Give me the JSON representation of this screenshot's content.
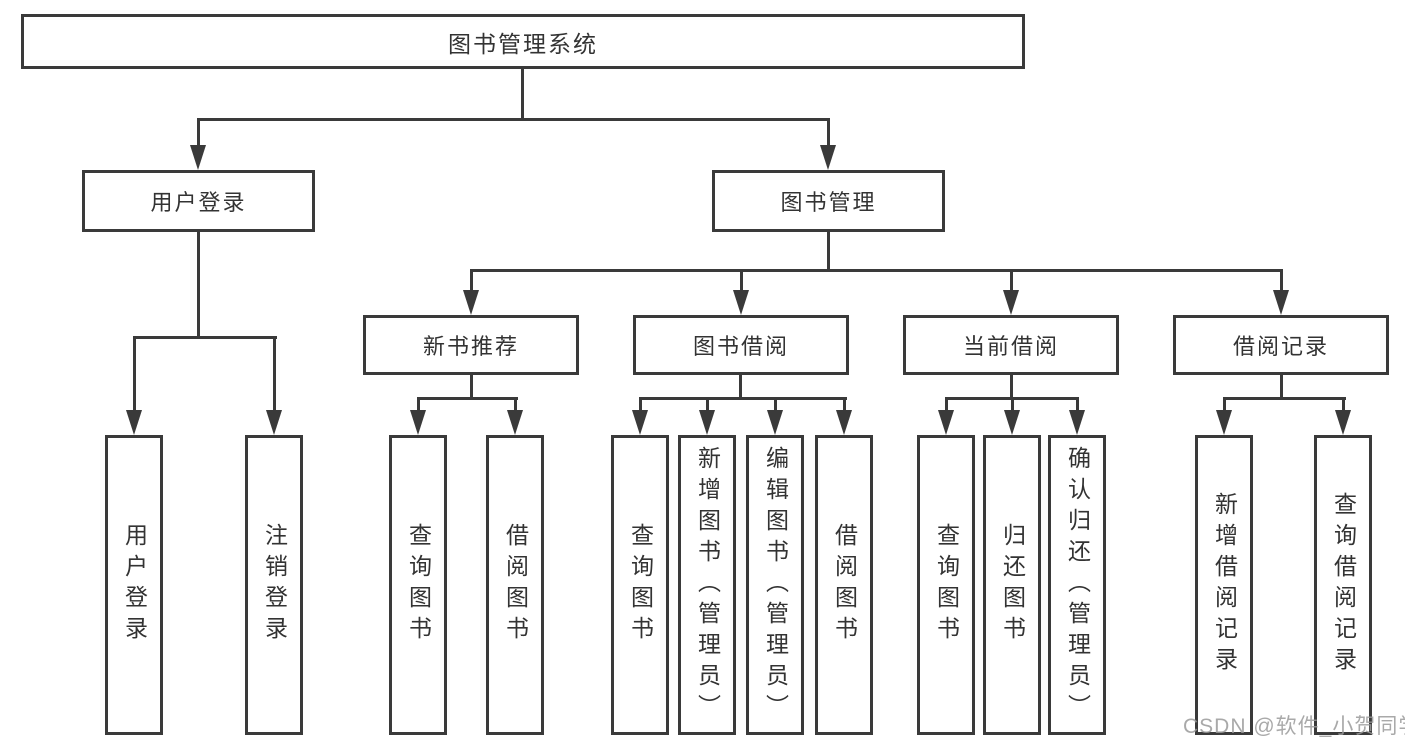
{
  "root": {
    "label": "图书管理系统"
  },
  "branches": [
    {
      "label": "用户登录",
      "children": [
        {
          "label": "用户登录"
        },
        {
          "label": "注销登录"
        }
      ]
    },
    {
      "label": "图书管理",
      "children": [
        {
          "label": "新书推荐",
          "children": [
            {
              "label": "查询图书"
            },
            {
              "label": "借阅图书"
            }
          ]
        },
        {
          "label": "图书借阅",
          "children": [
            {
              "label": "查询图书"
            },
            {
              "label": "新增图书（管理员）"
            },
            {
              "label": "编辑图书（管理员）"
            },
            {
              "label": "借阅图书"
            }
          ]
        },
        {
          "label": "当前借阅",
          "children": [
            {
              "label": "查询图书"
            },
            {
              "label": "归还图书"
            },
            {
              "label": "确认归还（管理员）"
            }
          ]
        },
        {
          "label": "借阅记录",
          "children": [
            {
              "label": "新增借阅记录"
            },
            {
              "label": "查询借阅记录"
            }
          ]
        }
      ]
    }
  ],
  "watermark": "CSDN @软件_小贺同学",
  "colors": {
    "line": "#3a3a3a",
    "text": "#333333",
    "watermark": "#9b9b9b",
    "bg": "#ffffff"
  }
}
